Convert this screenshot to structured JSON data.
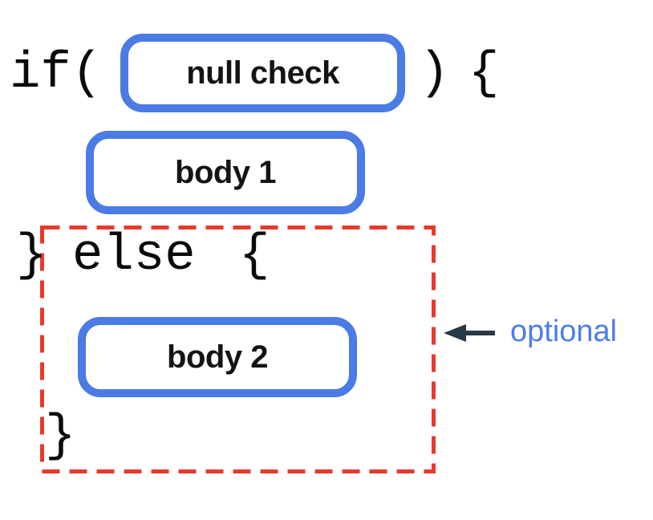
{
  "colors": {
    "box-blue": "#4b7be4",
    "dash-red": "#e8392c",
    "arrow-dark": "#273947",
    "label-blue": "#4f7ce8"
  },
  "code": {
    "if_token": "if(",
    "close_paren": ")",
    "open_brace_top": "{",
    "close_brace_else": "}",
    "else_keyword": "else",
    "open_brace_else": "{",
    "close_brace_final": "}"
  },
  "boxes": [
    {
      "id": "condition",
      "label": "null check"
    },
    {
      "id": "then-body",
      "label": "body 1"
    },
    {
      "id": "else-body",
      "label": "body 2"
    }
  ],
  "annotation": {
    "label": "optional"
  }
}
